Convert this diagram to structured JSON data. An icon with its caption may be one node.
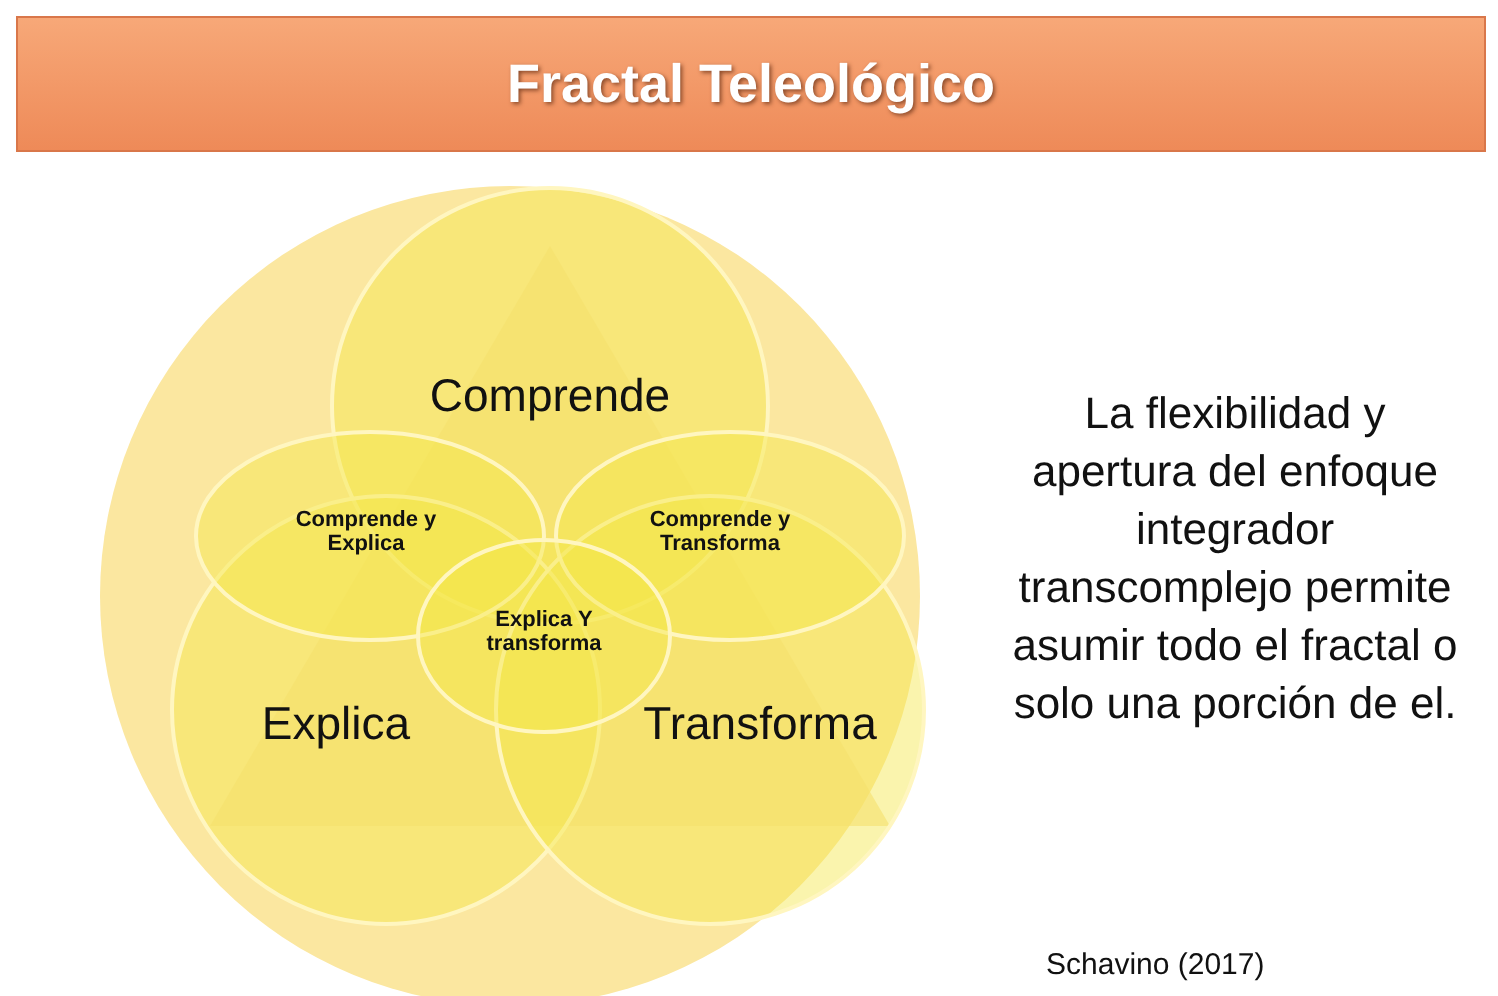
{
  "diagram": {
    "title": "Fractal Teleológico",
    "nodes": [
      {
        "text": [],
        "shape": "circle"
      },
      {
        "text": [
          "Comprende"
        ],
        "in": 0
      },
      {
        "text": [
          "Explica"
        ],
        "in": 0
      },
      {
        "text": [
          "Transforma"
        ],
        "in": 0
      },
      {
        "text": [
          "Comprende y Explica"
        ],
        "in": 0
      },
      {
        "text": [
          "Comprende y Transforma"
        ],
        "in": 0
      },
      {
        "text": [
          "Explica Y transforma"
        ],
        "in": 0
      }
    ],
    "edges": [],
    "labels": [
      "La flexibilidad y apertura del enfoque integrador transcomplejo permite asumir todo el fractal o solo una porción de el.",
      "Schavino (2017)"
    ]
  }
}
